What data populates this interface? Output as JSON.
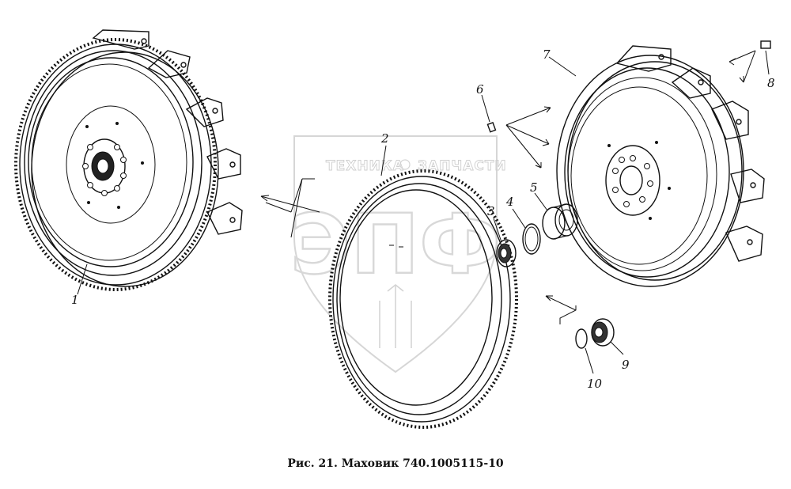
{
  "watermark": {
    "left_word": "ТЕХНИКА",
    "right_word": "ЗАПЧАСТИ",
    "logo": "ЭПФ"
  },
  "callouts": [
    "1",
    "2",
    "3",
    "4",
    "5",
    "6",
    "7",
    "8",
    "9",
    "10"
  ],
  "caption": "Рис. 21. Маховик 740.1005115-10"
}
